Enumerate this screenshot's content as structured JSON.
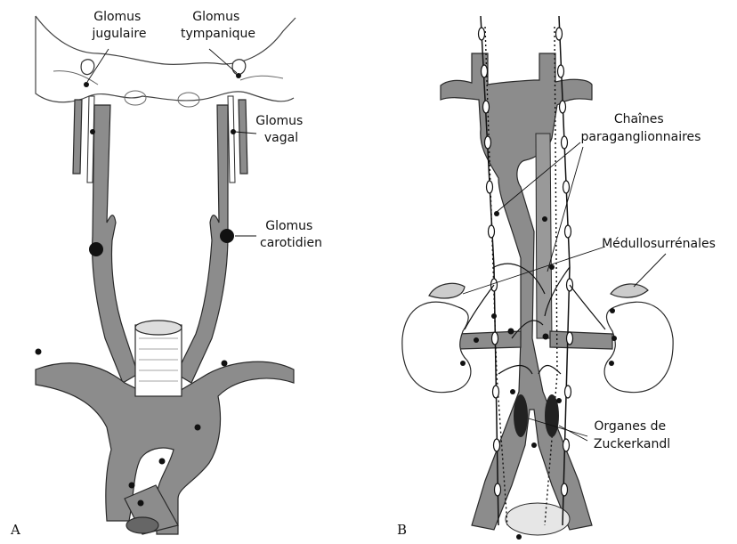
{
  "panels": [
    {
      "letter": "A"
    },
    {
      "letter": "B"
    }
  ],
  "labels": {
    "glomus_jugulaire": [
      "Glomus",
      "jugulaire"
    ],
    "glomus_tympanique": [
      "Glomus",
      "tympanique"
    ],
    "glomus_vagal": [
      "Glomus",
      "vagal"
    ],
    "glomus_carotidien": [
      "Glomus",
      "carotidien"
    ],
    "chaines": [
      "Chaînes",
      "paraganglionnaires"
    ],
    "medullo": [
      "Médullosurrénales"
    ],
    "organes": [
      "Organes de",
      "Zuckerkandl"
    ]
  },
  "colors": {
    "vessel": "#8c8c8c",
    "outline": "#2a2a2a",
    "dot": "#111111",
    "organ_fill": "#f2f2f2"
  }
}
